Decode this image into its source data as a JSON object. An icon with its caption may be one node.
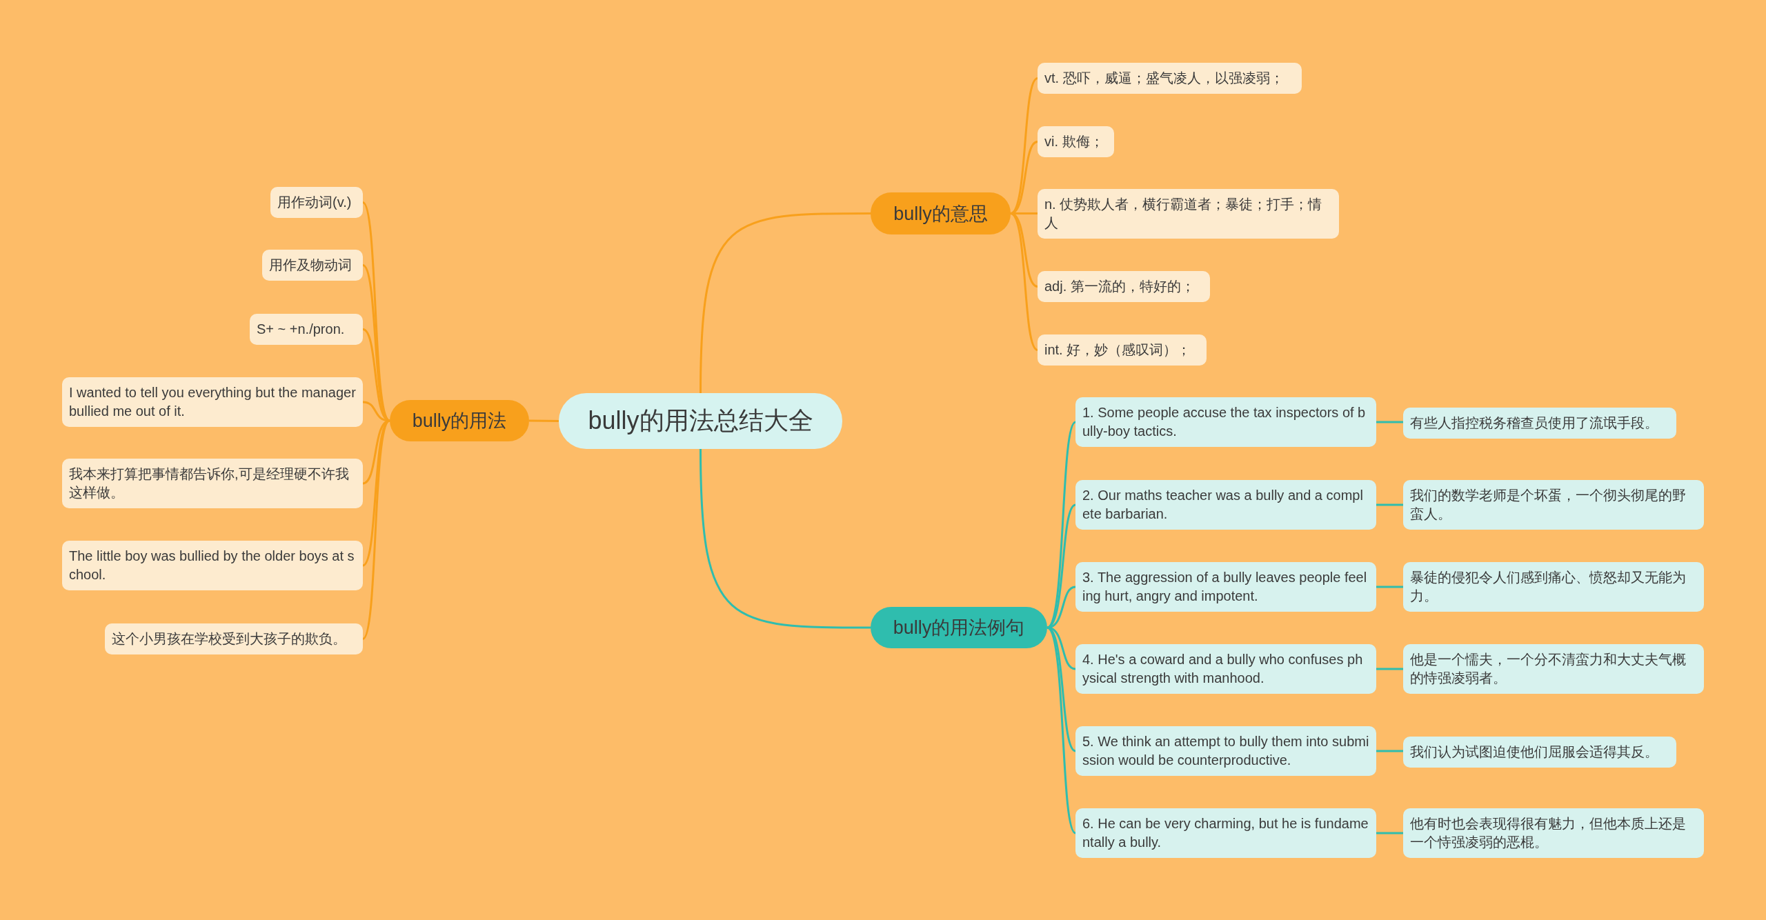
{
  "diagram": {
    "nodes": [
      {
        "text": [
          "bully的用法总结大全"
        ]
      },
      {
        "text": [
          "bully的意思"
        ]
      },
      {
        "text": [
          "vt. 恐吓，威逼；盛气凌人，以强凌弱；"
        ]
      },
      {
        "text": [
          "vi. 欺侮；"
        ]
      },
      {
        "text": [
          "n. 仗势欺人者，横行霸道者；暴徒；打手；情人"
        ]
      },
      {
        "text": [
          "adj. 第一流的，特好的；"
        ]
      },
      {
        "text": [
          "int. 好，妙（感叹词）；"
        ]
      },
      {
        "text": [
          "bully的用法"
        ]
      },
      {
        "text": [
          "用作动词(v.)"
        ]
      },
      {
        "text": [
          "用作及物动词"
        ]
      },
      {
        "text": [
          "S+ ~ +n./pron."
        ]
      },
      {
        "text": [
          "I wanted to tell you everything but the manager bullied me out of it."
        ]
      },
      {
        "text": [
          "我本来打算把事情都告诉你,可是经理硬不许我这样做。"
        ]
      },
      {
        "text": [
          "The little boy was bullied by the older boys at school."
        ]
      },
      {
        "text": [
          "这个小男孩在学校受到大孩子的欺负。"
        ]
      },
      {
        "text": [
          "bully的用法例句"
        ]
      },
      {
        "text": [
          "1. Some people accuse the tax inspectors of bully-boy tactics."
        ]
      },
      {
        "text": [
          "有些人指控税务稽查员使用了流氓手段。"
        ]
      },
      {
        "text": [
          "2. Our maths teacher was a bully and a complete barbarian."
        ]
      },
      {
        "text": [
          "我们的数学老师是个坏蛋，一个彻头彻尾的野蛮人。"
        ]
      },
      {
        "text": [
          "3. The aggression of a bully leaves people feeling hurt, angry and impotent."
        ]
      },
      {
        "text": [
          "暴徒的侵犯令人们感到痛心、愤怒却又无能为力。"
        ]
      },
      {
        "text": [
          "4. He's a coward and a bully who confuses physical strength with manhood."
        ]
      },
      {
        "text": [
          "他是一个懦夫，一个分不清蛮力和大丈夫气概的恃强凌弱者。"
        ]
      },
      {
        "text": [
          "5. We think an attempt to bully them into submission would be counterproductive."
        ]
      },
      {
        "text": [
          "我们认为试图迫使他们屈服会适得其反。"
        ]
      },
      {
        "text": [
          "6. He can be very charming, but he is fundamentally a bully."
        ]
      },
      {
        "text": [
          "他有时也会表现得很有魅力，但他本质上还是一个恃强凌弱的恶棍。"
        ]
      }
    ],
    "edges": [
      {
        "from": 0,
        "to": 1,
        "arrow": "none"
      },
      {
        "from": 1,
        "to": 2,
        "arrow": "none"
      },
      {
        "from": 1,
        "to": 3,
        "arrow": "none"
      },
      {
        "from": 1,
        "to": 4,
        "arrow": "none"
      },
      {
        "from": 1,
        "to": 5,
        "arrow": "none"
      },
      {
        "from": 1,
        "to": 6,
        "arrow": "none"
      },
      {
        "from": 0,
        "to": 7,
        "arrow": "none"
      },
      {
        "from": 7,
        "to": 8,
        "arrow": "none"
      },
      {
        "from": 7,
        "to": 9,
        "arrow": "none"
      },
      {
        "from": 7,
        "to": 10,
        "arrow": "none"
      },
      {
        "from": 7,
        "to": 11,
        "arrow": "none"
      },
      {
        "from": 7,
        "to": 12,
        "arrow": "none"
      },
      {
        "from": 7,
        "to": 13,
        "arrow": "none"
      },
      {
        "from": 7,
        "to": 14,
        "arrow": "none"
      },
      {
        "from": 0,
        "to": 15,
        "arrow": "none",
        "color": "#2fbdae"
      },
      {
        "from": 15,
        "to": 16,
        "arrow": "none",
        "color": "#2fbdae"
      },
      {
        "from": 16,
        "to": 17,
        "arrow": "none",
        "color": "#2fbdae"
      },
      {
        "from": 15,
        "to": 18,
        "arrow": "none",
        "color": "#2fbdae"
      },
      {
        "from": 18,
        "to": 19,
        "arrow": "none",
        "color": "#2fbdae"
      },
      {
        "from": 15,
        "to": 20,
        "arrow": "none",
        "color": "#2fbdae"
      },
      {
        "from": 20,
        "to": 21,
        "arrow": "none",
        "color": "#2fbdae"
      },
      {
        "from": 15,
        "to": 22,
        "arrow": "none",
        "color": "#2fbdae"
      },
      {
        "from": 22,
        "to": 23,
        "arrow": "none",
        "color": "#2fbdae"
      },
      {
        "from": 15,
        "to": 24,
        "arrow": "none",
        "color": "#2fbdae"
      },
      {
        "from": 24,
        "to": 25,
        "arrow": "none",
        "color": "#2fbdae"
      },
      {
        "from": 15,
        "to": 26,
        "arrow": "none",
        "color": "#2fbdae"
      },
      {
        "from": 26,
        "to": 27,
        "arrow": "none",
        "color": "#2fbdae"
      }
    ]
  }
}
